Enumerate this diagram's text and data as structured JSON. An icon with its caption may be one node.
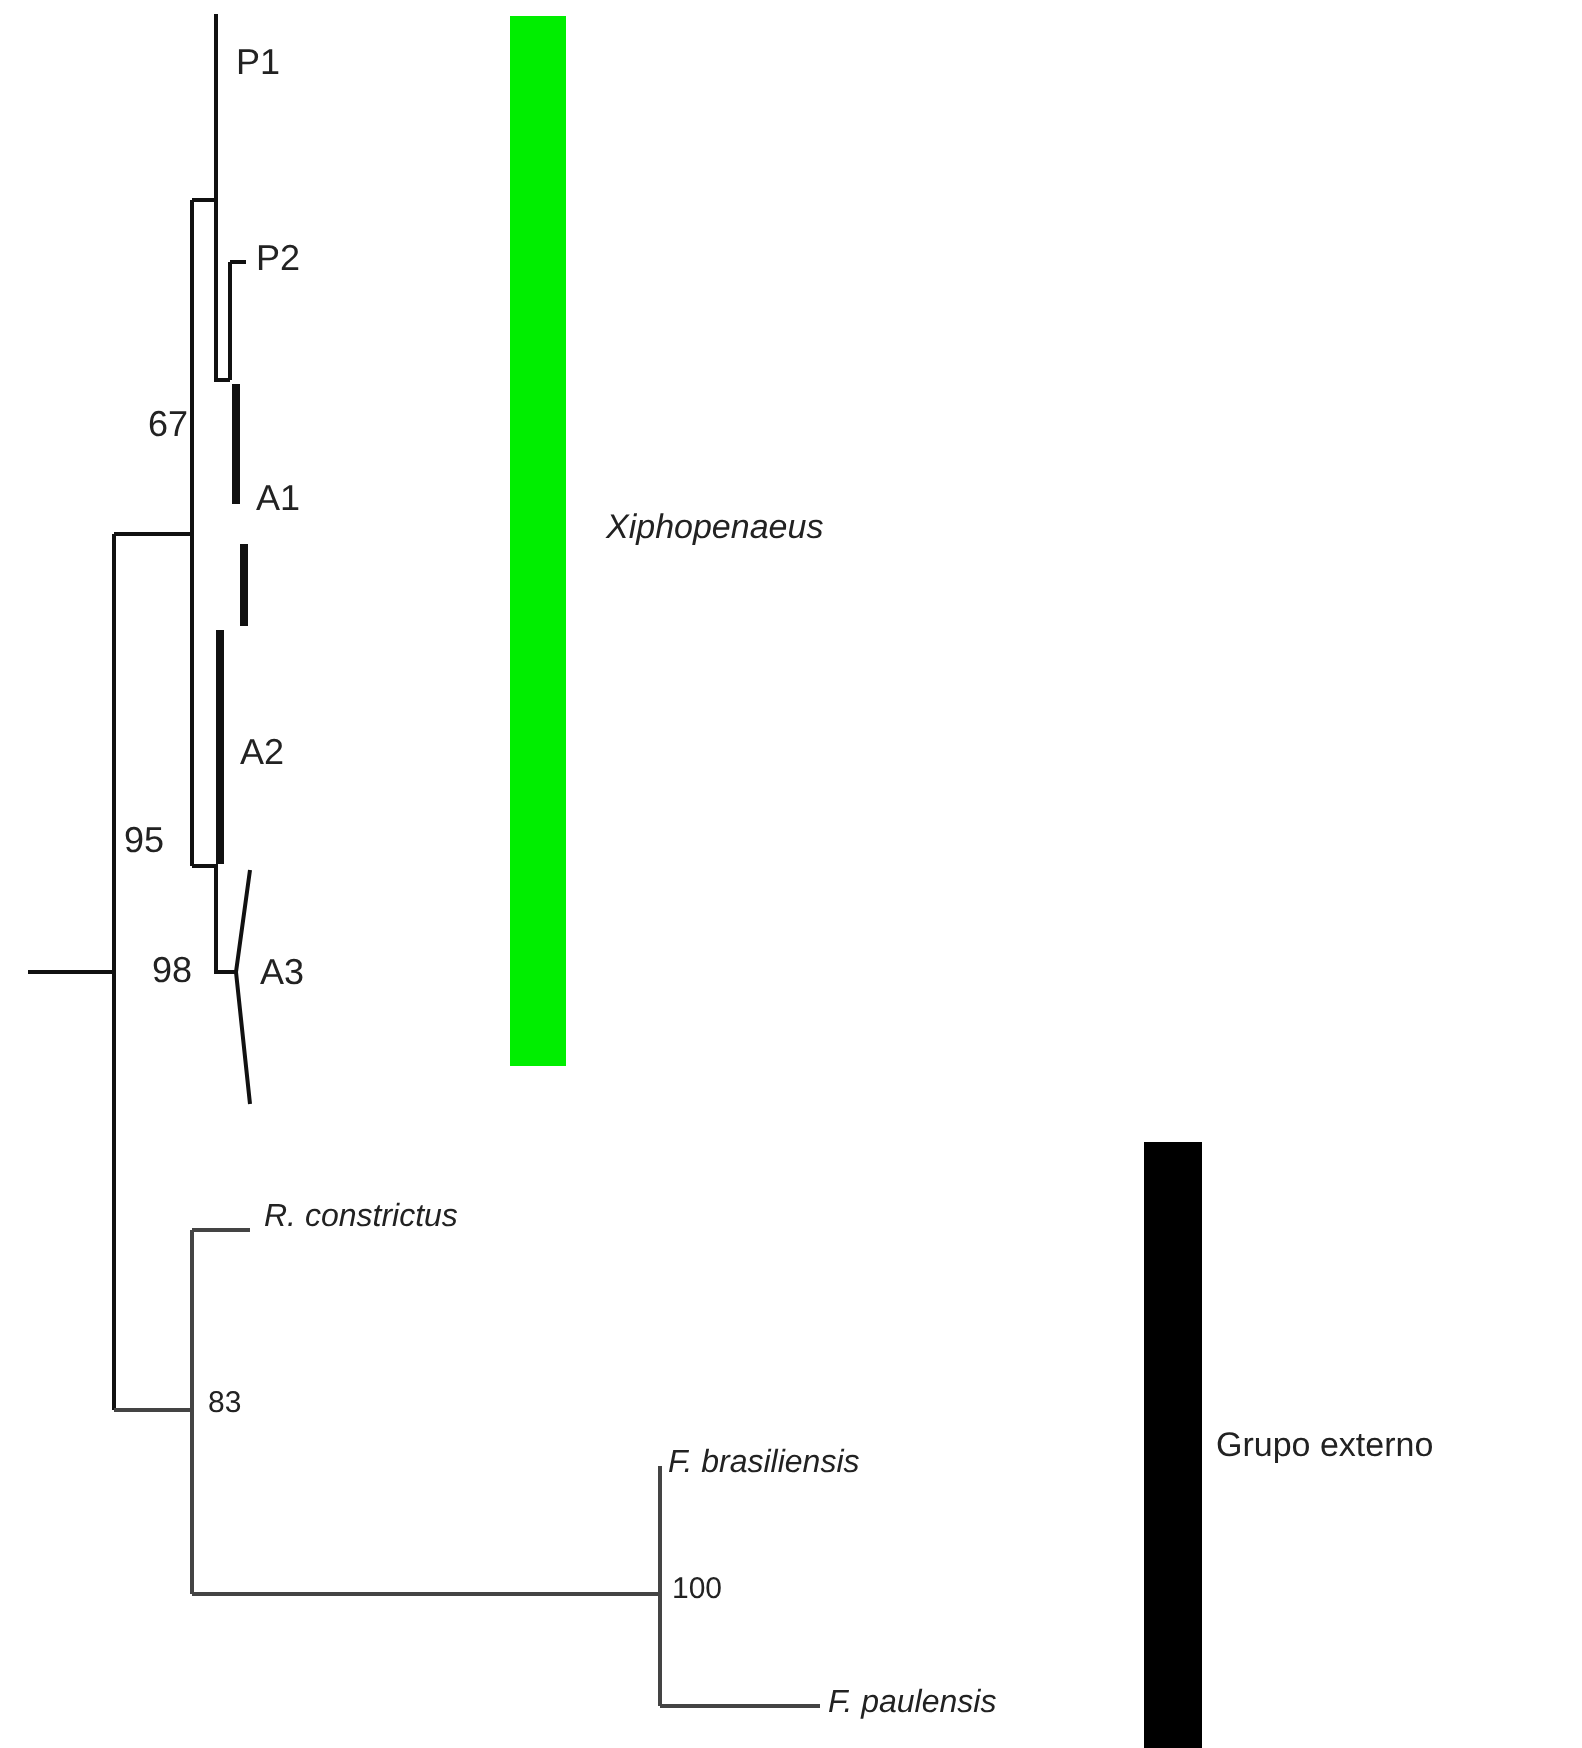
{
  "diagram": {
    "nodes": [
      {
        "text": [],
        "shape": "bar",
        "beside": [
          "Xiphopenaeus"
        ]
      },
      {
        "text": [],
        "shape": "bar",
        "beside": [
          "Grupo externo"
        ]
      }
    ],
    "labels": [
      "P1",
      "P2",
      "67",
      "A1",
      "A2",
      "95",
      "98",
      "A3",
      "R. constrictus",
      "83",
      "F. brasiliensis",
      "100",
      "F. paulensis"
    ]
  }
}
